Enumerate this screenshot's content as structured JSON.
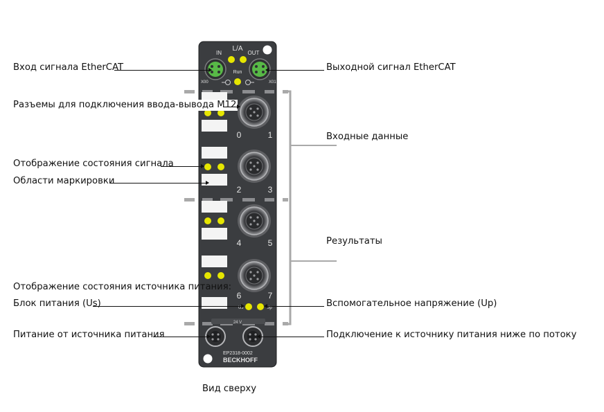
{
  "labels": {
    "ethercat_in": "Вход сигнала EtherCAT",
    "ethercat_out": "Выходной сигнал EtherCAT",
    "m12_connectors": "Разъемы для подключения ввода-вывода M12",
    "input_data": "Входные данные",
    "signal_status": "Отображение состояния сигнала",
    "marking_areas": "Области маркировки",
    "results": "Результаты",
    "power_status": "Отображение состояния источника питания:",
    "power_us": "Блок питания (Us)",
    "aux_voltage": "Вспомогательное напряжение (Uр)",
    "power_feed": "Питание от источника питания",
    "power_downstream": "Подключение к источнику питания ниже по потоку"
  },
  "caption": "Вид сверху",
  "device": {
    "top_label": "L/A",
    "in_label": "IN",
    "out_label": "OUT",
    "run_label": "Run",
    "x00": "X00",
    "x01": "X01",
    "ch0": "0",
    "ch1": "1",
    "ch2": "2",
    "ch3": "3",
    "ch4": "4",
    "ch5": "5",
    "ch6": "6",
    "ch7": "7",
    "us_label": "Us",
    "up_label": "Up",
    "model": "EP2318-0002",
    "brand": "BECKHOFF",
    "v24": "24 V"
  },
  "colors": {
    "housing": "#3b3d40",
    "led": "#e6e600",
    "green_connector": "#58b947",
    "bracket": "#a9a9a9",
    "marker": "#f4f4f4"
  }
}
